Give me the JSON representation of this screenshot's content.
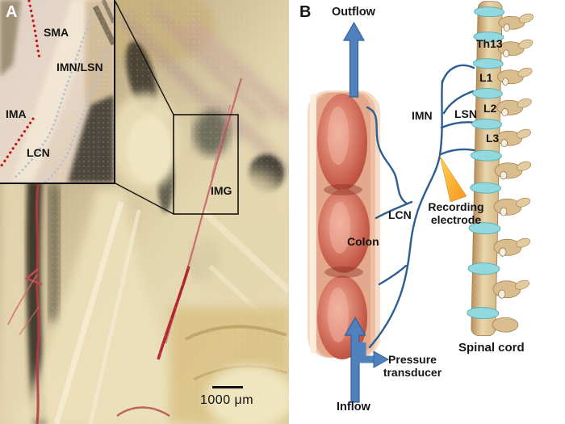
{
  "panel_a": {
    "label": "A",
    "annotations": {
      "sma": "SMA",
      "imn_lsn": "IMN/LSN",
      "ima": "IMA",
      "lcn": "LCN",
      "img": "IMG"
    },
    "scale_bar_text": "1000 μm"
  },
  "panel_b": {
    "label": "B",
    "flow_labels": {
      "outflow": "Outflow",
      "inflow": "Inflow"
    },
    "nerve_labels": {
      "imn": "IMN",
      "lsn": "LSN",
      "lcn": "LCN"
    },
    "organ_labels": {
      "colon": "Colon",
      "spinal_cord": "Spinal cord"
    },
    "device_labels": {
      "recording_electrode": "Recording electrode",
      "pressure_transducer": "Pressure transducer"
    },
    "vertebrae": [
      {
        "label": "Th13"
      },
      {
        "label": "L1"
      },
      {
        "label": "L2"
      },
      {
        "label": "L3"
      }
    ]
  },
  "colors": {
    "nerve_blue": "#2d5e92",
    "flow_arrow_blue": "#4f81bd",
    "electrode_orange": "#f9a31b",
    "disc_teal": "#92d9df",
    "bone_tan": "#dfc49a",
    "vessel_red": "#c0202e",
    "nerve_dotted_gray": "#b6c0d2"
  }
}
